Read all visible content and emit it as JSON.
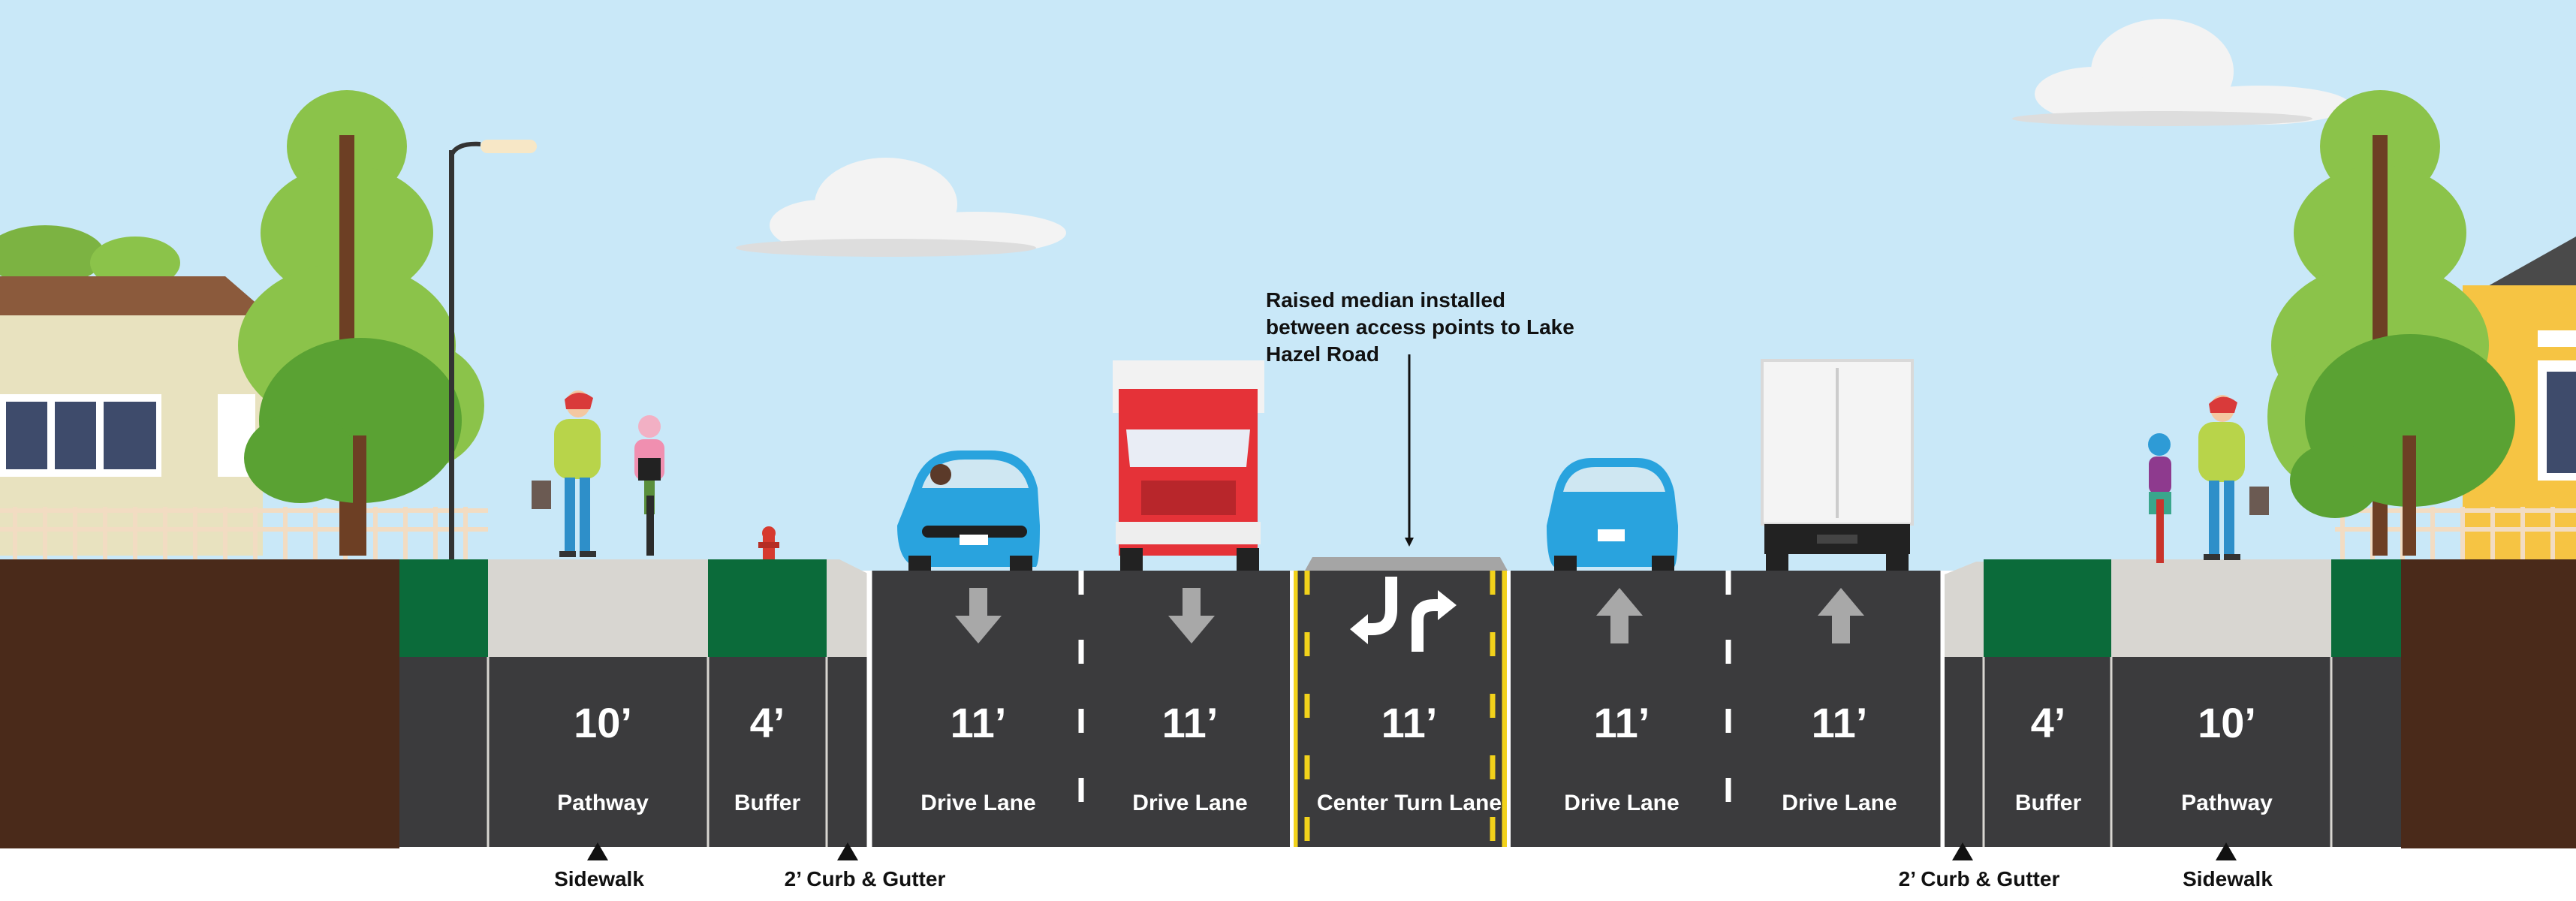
{
  "annotation": "Raised median installed between access points to Lake Hazel Road",
  "segments": [
    {
      "width": "10’",
      "label": "Pathway"
    },
    {
      "width": "4’",
      "label": "Buffer"
    },
    {
      "width": "11’",
      "label": "Drive Lane"
    },
    {
      "width": "11’",
      "label": "Drive Lane"
    },
    {
      "width": "11’",
      "label": "Center Turn Lane"
    },
    {
      "width": "11’",
      "label": "Drive Lane"
    },
    {
      "width": "11’",
      "label": "Drive Lane"
    },
    {
      "width": "4’",
      "label": "Buffer"
    },
    {
      "width": "10’",
      "label": "Pathway"
    }
  ],
  "below_labels": [
    "Sidewalk",
    "2’ Curb & Gutter",
    "2’ Curb & Gutter",
    "Sidewalk"
  ],
  "colors": {
    "sky": "#c9e8f8",
    "asphalt": "#3b3b3d",
    "buffer_green": "#0b6b3a",
    "concrete": "#d8d6d1",
    "soil": "#4a2a1a",
    "lane_yellow": "#f2d21b"
  },
  "icons": [
    "down-arrow-icon",
    "left-turn-arrow-icon",
    "right-turn-arrow-icon",
    "up-arrow-icon",
    "tree-icon",
    "car-icon",
    "truck-icon",
    "cyclist-icon",
    "pedestrian-icon",
    "streetlight-icon",
    "house-icon",
    "cloud-icon",
    "fire-hydrant-icon"
  ]
}
